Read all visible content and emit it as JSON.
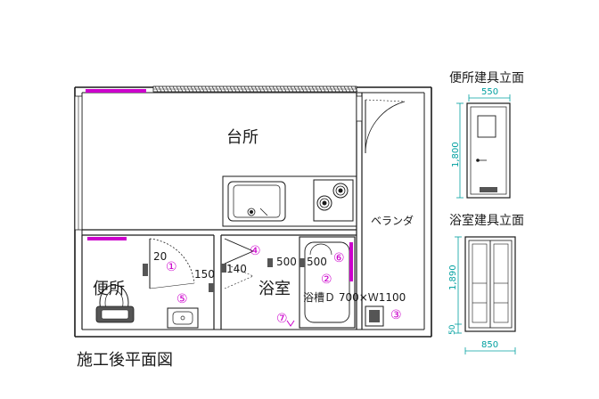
{
  "rooms": {
    "kitchen": "台所",
    "toilet": "便所",
    "bath": "浴室",
    "veranda": "ベランダ"
  },
  "title": "施工後平面図",
  "markers": {
    "m1": "①",
    "m2": "②",
    "m3": "③",
    "m4": "④",
    "m5": "⑤",
    "m6": "⑥",
    "m7": "⑦"
  },
  "dims": {
    "d20": "20",
    "d150": "150",
    "d140": "140",
    "d500a": "500",
    "d500b": "500",
    "tub": "浴槽Ｄ 700×Ｗ1100"
  },
  "toilet_door": {
    "title": "便所建具立面",
    "width": "550",
    "height": "1,800"
  },
  "bath_door": {
    "title": "浴室建具立面",
    "width": "850",
    "height": "1,890",
    "sill": "50"
  },
  "colors": {
    "wall": "#1a1a1a",
    "marker": "#cc00cc",
    "dimension": "#00a0a0",
    "fixture": "#555555"
  }
}
